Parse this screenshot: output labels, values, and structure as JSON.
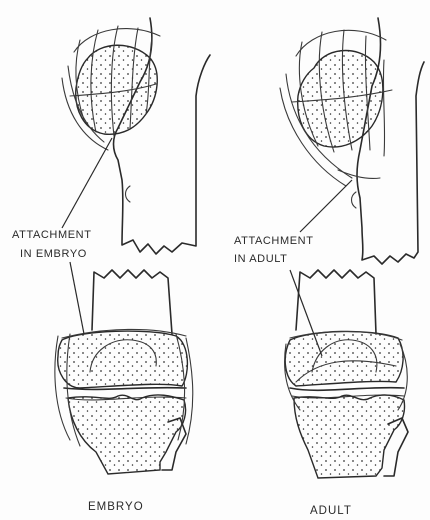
{
  "labels": {
    "attachment_embryo_line1": "ATTACHMENT",
    "attachment_embryo_line2": "IN EMBRYO",
    "attachment_adult_line1": "ATTACHMENT",
    "attachment_adult_line2": "IN ADULT",
    "caption_embryo": "EMBRYO",
    "caption_adult": "ADULT"
  },
  "colors": {
    "ink": "#2a2a2a",
    "paper": "#fdfdfd"
  }
}
